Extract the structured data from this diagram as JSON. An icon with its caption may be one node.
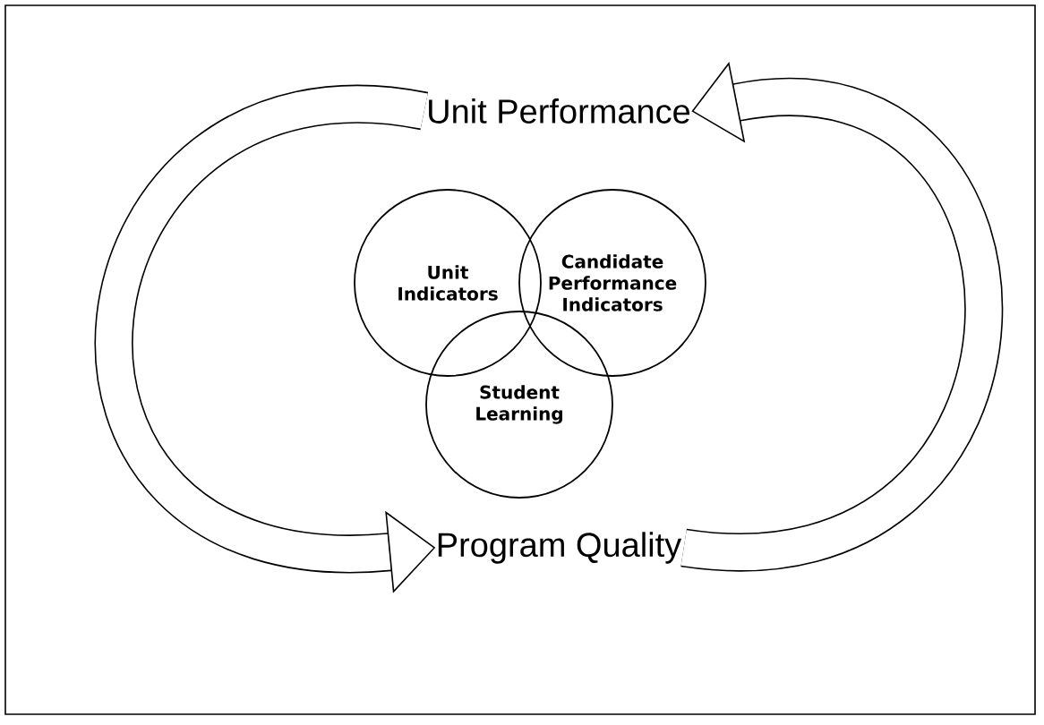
{
  "diagram": {
    "nodes": [
      {
        "text": [
          "Unit Performance"
        ]
      },
      {
        "text": [
          "Unit Indicators"
        ]
      },
      {
        "text": [
          "Candidate Performance Indicators"
        ]
      },
      {
        "text": [
          "Student Learning"
        ]
      },
      {
        "text": [
          "Program Quality"
        ]
      }
    ],
    "edges": [
      {
        "from": 0,
        "to": 4,
        "arrow": "to"
      },
      {
        "from": 4,
        "to": 0,
        "arrow": "to"
      }
    ]
  }
}
